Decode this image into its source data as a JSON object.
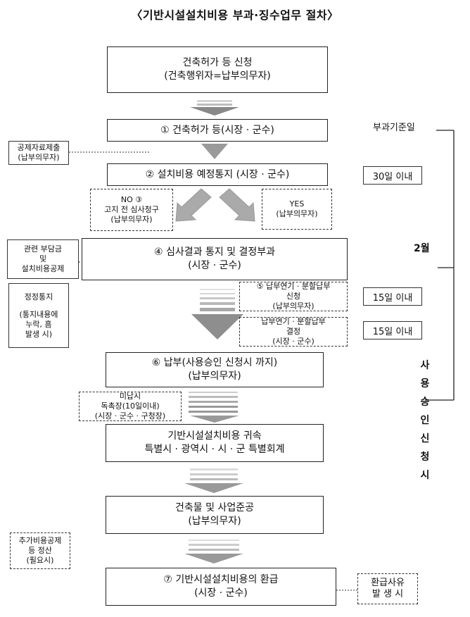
{
  "title": "〈기반시설설치비용 부과·징수업무 절차〉",
  "steps": [
    {
      "line1": "건축허가 등 신청",
      "line2": "(건축행위자=납부의무자)"
    },
    {
      "line1": "① 건축허가 등(시장 · 군수)"
    },
    {
      "line1": "② 설치비용 예정통지 (시장 · 군수)"
    },
    {
      "line1": "④ 심사결과 통지 및 결정부과",
      "line2": "(시장 · 군수)"
    },
    {
      "line1": "⑥ 납부(사용승인 신청시 까지)",
      "line2": "(납부의무자)"
    },
    {
      "line1": "기반시설설치비용 귀속",
      "line2": "특별시 · 광역시 · 시 · 군 특별회계"
    },
    {
      "line1": "건축물 및 사업준공",
      "line2": "(납부의무자)"
    },
    {
      "line1": "⑦ 기반시설설치비용의 환급",
      "line2": "(시장 · 군수)"
    }
  ],
  "notes": {
    "gongje": {
      "line1": "공제자료제출",
      "line2": "(납부의무자)"
    },
    "no": {
      "line1": "NO ③",
      "line2": "고지 전 심사청구",
      "line3": "(납부의무자)"
    },
    "yes": {
      "line1": "YES",
      "line2": "(납부의무자)"
    },
    "burdam": {
      "line1": "관련 부담금",
      "line2": "및",
      "line3": "설치비용공제"
    },
    "jeongjeong": {
      "line1": "정정통지",
      "line2": "",
      "line3": "(통지내용에",
      "line4": "누락, 흠",
      "line5": "발생 시)"
    },
    "delay_req": {
      "line1": "⑤ 납부연기 · 분할납부",
      "line2": "신청",
      "line3": "(납부의무자)"
    },
    "delay_dec": {
      "line1": "납부연기 · 분할납부",
      "line2": "결정",
      "line3": "(시장 · 군수)"
    },
    "unpaid": {
      "line1": "미납시",
      "line2": "독촉장(10일이내)",
      "line3": "(시장 · 군수 · 구청장)"
    },
    "extra": {
      "line1": "추가비용공제",
      "line2": "등 정산",
      "line3": "(필요시)"
    },
    "refund": {
      "line1": "환급사유",
      "line2": "발 생 시"
    }
  },
  "side": {
    "base_day": "부과기준일",
    "within30": "30일 이내",
    "two_months": "2월",
    "within15a": "15일 이내",
    "within15b": "15일 이내",
    "vertical": [
      "사",
      "용",
      "승",
      "인",
      "신",
      "청",
      "시"
    ]
  }
}
